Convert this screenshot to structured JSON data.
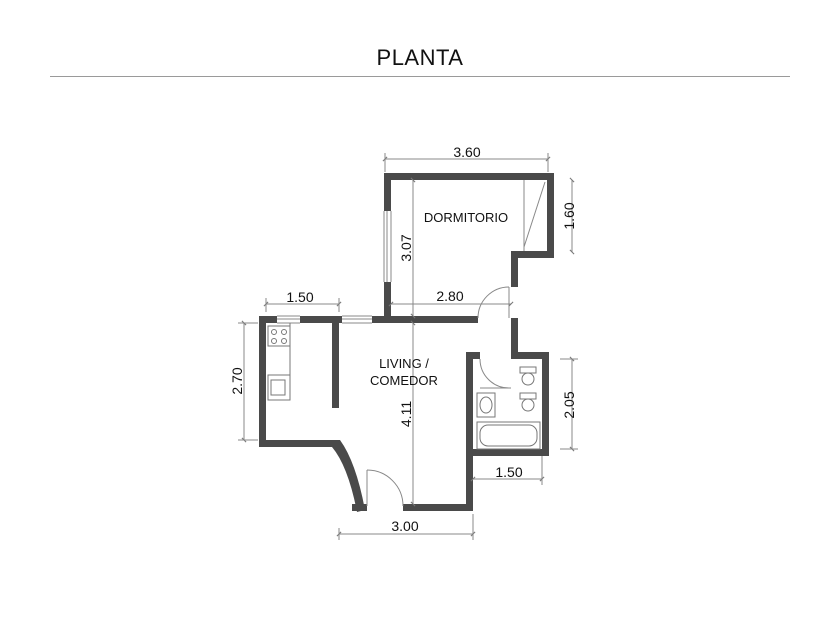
{
  "title": "PLANTA",
  "rooms": {
    "dormitorio": "DORMITORIO",
    "living_line1": "LIVING /",
    "living_line2": "COMEDOR"
  },
  "dimensions": {
    "dormitorio_width": "3.60",
    "dormitorio_right_height": "1.60",
    "dormitorio_height": "3.07",
    "dormitorio_inner_width": "2.80",
    "kitchen_width": "1.50",
    "kitchen_height": "2.70",
    "living_height": "4.11",
    "living_width": "3.00",
    "bath_height": "2.05",
    "bath_width": "1.50"
  },
  "colors": {
    "wall": "#4a4a4a",
    "dimension_line": "#888888",
    "fixture_line": "#777777"
  }
}
